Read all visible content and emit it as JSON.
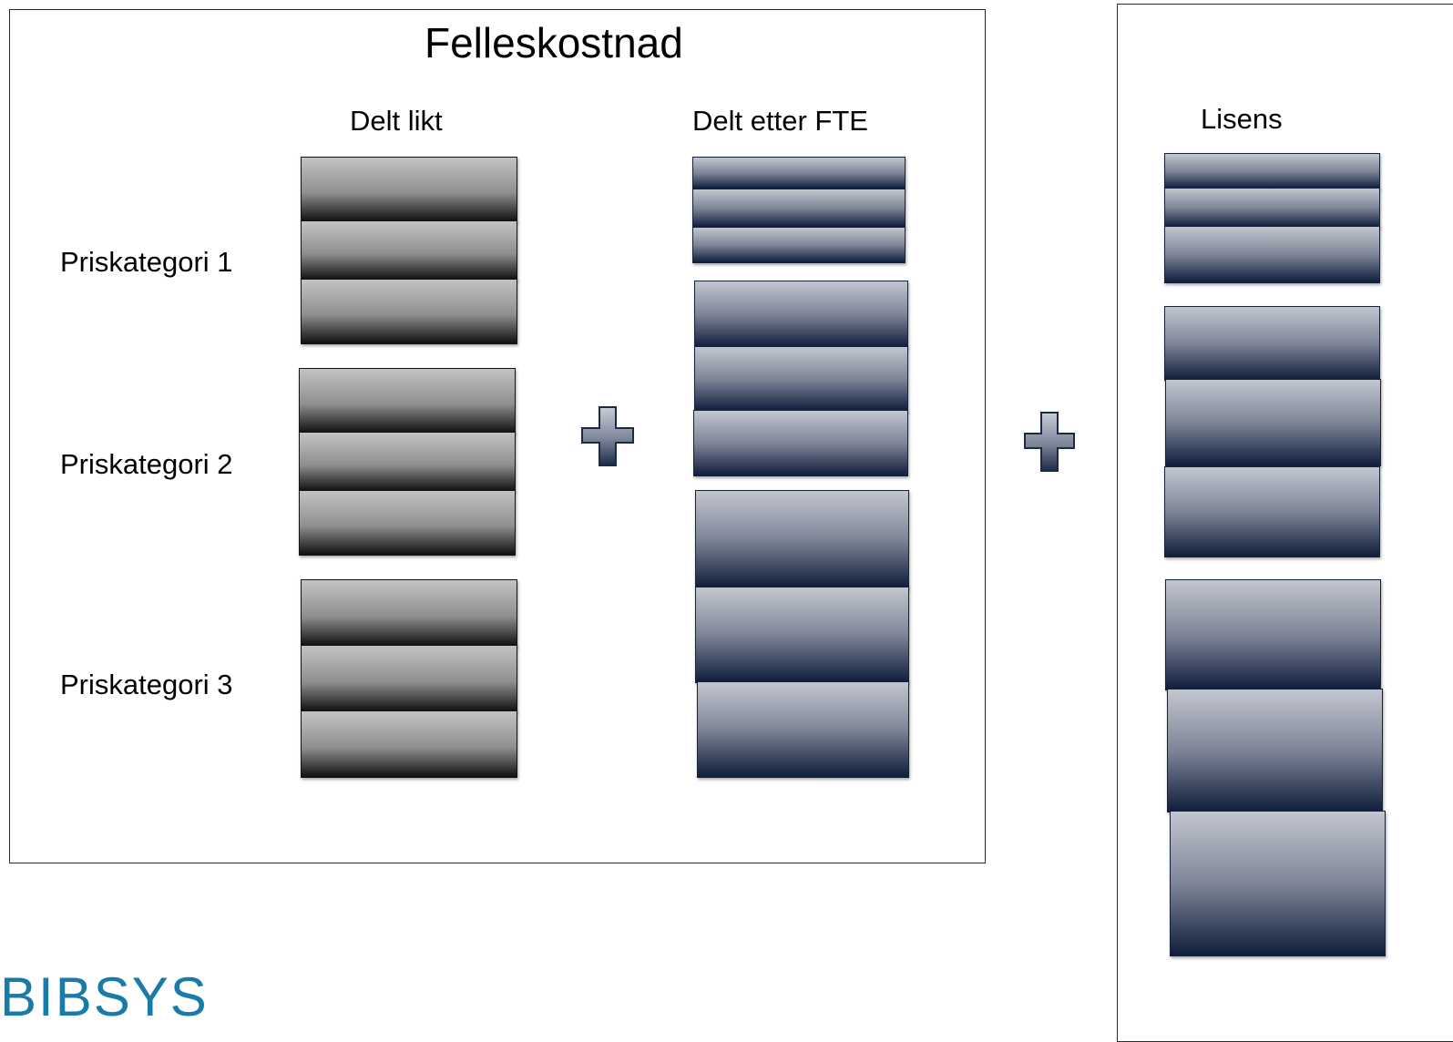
{
  "felleskostnad": {
    "title": "Felleskostnad",
    "col_equal": "Delt likt",
    "col_fte": "Delt etter FTE",
    "rows": [
      "Priskategori 1",
      "Priskategori 2",
      "Priskategori 3"
    ]
  },
  "lisens": {
    "title": "Lisens"
  },
  "logo_text": "BIBSYS",
  "icons": {
    "plus_1": "plus-icon",
    "plus_2": "plus-icon"
  },
  "colors": {
    "gray_block_top": "#c3c3c3",
    "gray_block_bottom": "#111111",
    "navy_block_top": "#c2c6cf",
    "navy_block_bottom": "#0f1e3c",
    "plus_fill_top": "#c9cdd6",
    "plus_fill_bottom": "#1c2a47",
    "logo": "#1a7aa8"
  }
}
